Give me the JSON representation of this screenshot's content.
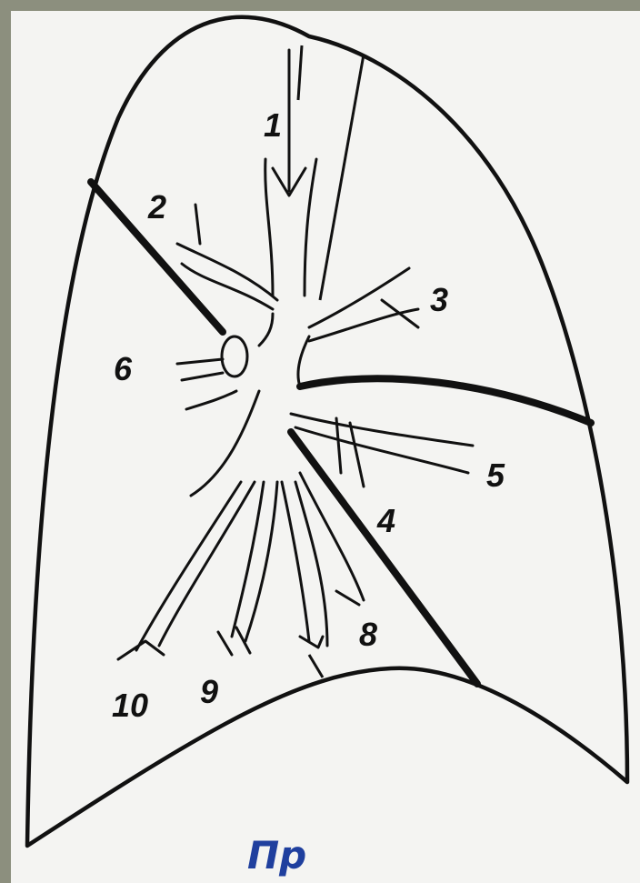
{
  "diagram": {
    "segment_labels": [
      "1",
      "2",
      "3",
      "4",
      "5",
      "6",
      "8",
      "9",
      "10"
    ],
    "side_label": "Пр",
    "colors": {
      "paper": "#f4f4f2",
      "ink": "#111111",
      "side_label": "#1f3f9e",
      "frame": "#8c8f7e"
    }
  }
}
